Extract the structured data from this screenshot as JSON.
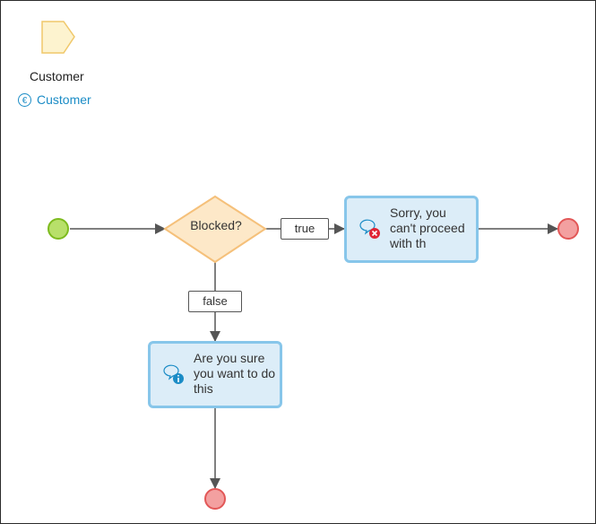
{
  "parameter": {
    "name": "Customer",
    "entity": "Customer",
    "entity_icon": "entity-icon",
    "colors": {
      "fill": "#fdf3cf",
      "stroke": "#f0c86a"
    }
  },
  "decision": {
    "label": "Blocked?",
    "colors": {
      "fill": "#fde8c8",
      "stroke": "#f5c07a"
    }
  },
  "flows": {
    "true_label": "true",
    "false_label": "false"
  },
  "activities": {
    "error_message": {
      "text": "Sorry, you can't proceed with th",
      "icon": "message-error-icon"
    },
    "info_message": {
      "text": "Are you sure you want to do this",
      "icon": "message-info-icon"
    }
  },
  "colors": {
    "start_fill": "#b8e06a",
    "start_stroke": "#7dbb1e",
    "end_fill": "#f3a0a0",
    "end_stroke": "#e25757",
    "activity_fill": "#dcedf8",
    "activity_stroke": "#87c6ea",
    "line": "#555555",
    "link": "#1b8cc6"
  }
}
